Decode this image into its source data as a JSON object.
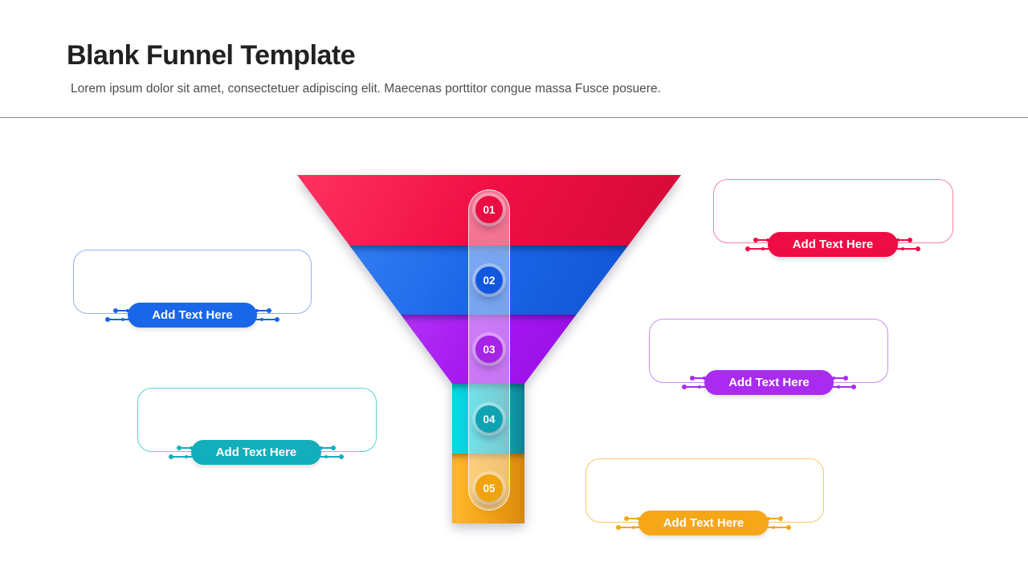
{
  "slide": {
    "title": "Blank Funnel Template",
    "subtitle": "Lorem ipsum dolor sit amet, consectetuer adipiscing elit. Maecenas porttitor congue massa Fusce posuere."
  },
  "funnel": {
    "steps": [
      {
        "number": "01",
        "color": "#F01045"
      },
      {
        "number": "02",
        "color": "#1966E8"
      },
      {
        "number": "03",
        "color": "#A516F0"
      },
      {
        "number": "04",
        "color": "#12AEBC"
      },
      {
        "number": "05",
        "color": "#F5A718"
      }
    ],
    "capsule_color": "rgba(255,255,255,0.42)"
  },
  "callouts": [
    {
      "label": "Add Text Here",
      "color": "#1966E8",
      "side": "left",
      "stage": "01-blue"
    },
    {
      "label": "Add Text Here",
      "color": "#12AEBC",
      "side": "left",
      "stage": "04-teal"
    },
    {
      "label": "Add Text Here",
      "color": "#EE0C44",
      "side": "right",
      "stage": "01-red"
    },
    {
      "label": "Add Text Here",
      "color": "#A92BF0",
      "side": "right",
      "stage": "03-purple"
    },
    {
      "label": "Add Text Here",
      "color": "#F5A718",
      "side": "right",
      "stage": "05-orange"
    }
  ],
  "divider_color": "#8C8C8C"
}
